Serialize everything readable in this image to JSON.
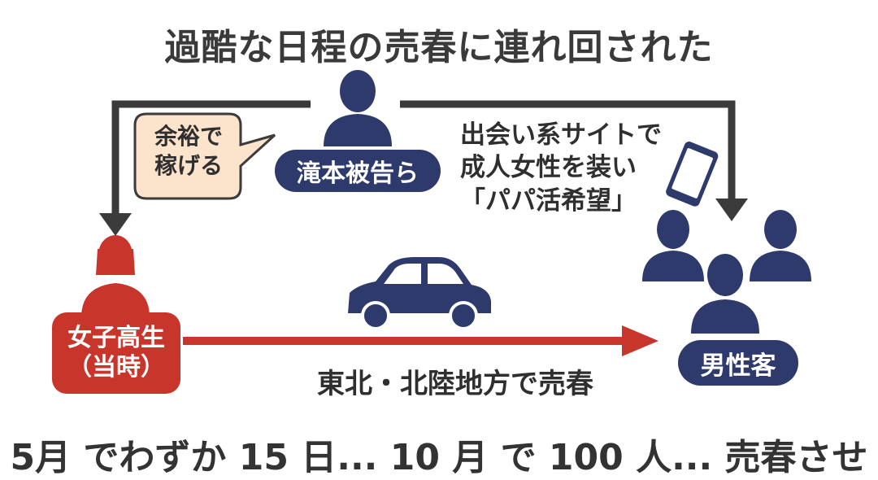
{
  "title": "過酷な日程の売春に連れ回された",
  "defendants_label": "滝本被告ら",
  "speech_bubble": [
    "余裕で",
    "稼げる"
  ],
  "site_note": [
    "出会い系サイトで",
    "成人女性を装い",
    "「パパ活希望」"
  ],
  "victim_label": [
    "女子高生",
    "（当時）"
  ],
  "customers_label": "男性客",
  "route_label": "東北・北陸地方で売春",
  "bottom_caption": "5月 でわずか 15 日... 10 月 で 100 人... 売春させ",
  "colors": {
    "navy": "#2e3a6b",
    "red": "#c8352b",
    "arrow_gray": "#3b3b3b",
    "bubble_fill": "#fbe3cc"
  },
  "icons": [
    "person-icon",
    "phone-icon",
    "car-icon",
    "speech-bubble"
  ]
}
